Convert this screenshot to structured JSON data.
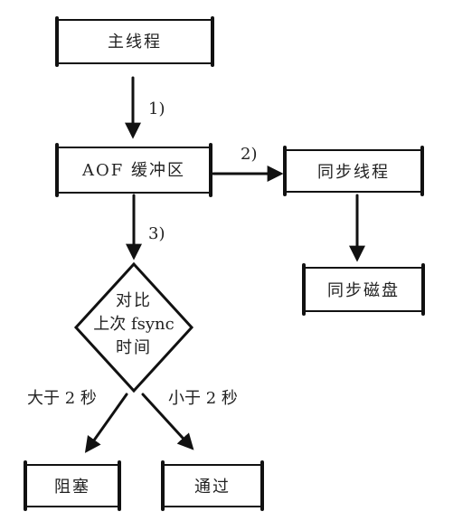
{
  "nodes": {
    "main_thread": "主线程",
    "aof_buffer": "AOF 缓冲区",
    "sync_thread": "同步线程",
    "sync_disk": "同步磁盘",
    "decision": [
      "对比",
      "上次 fsync",
      "时间"
    ],
    "block": "阻塞",
    "pass": "通过"
  },
  "edges": {
    "step1": "1)",
    "step2": "2)",
    "step3": "3)",
    "gt2s": "大于 2 秒",
    "lt2s": "小于 2 秒"
  }
}
